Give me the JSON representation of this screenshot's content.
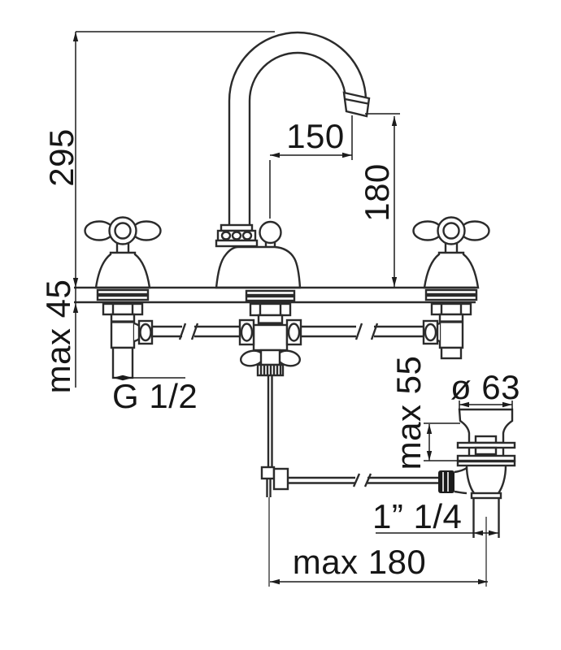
{
  "drawing": {
    "type": "technical-dimension-drawing",
    "subject": "three-hole basin mixer with cross handles, swan-neck spout and pop-up waste",
    "line_color": "#2b2b2b",
    "background_color": "#ffffff",
    "labels": {
      "overall_height": "295",
      "spout_reach": "150",
      "outlet_height": "180",
      "deck_thickness": "max 45",
      "inlet_thread": "G 1/2",
      "waste_flange_diameter": "ø 63",
      "basin_thickness": "max 55",
      "waste_thread": "1” 1/4",
      "popup_rod_reach": "max 180"
    }
  }
}
